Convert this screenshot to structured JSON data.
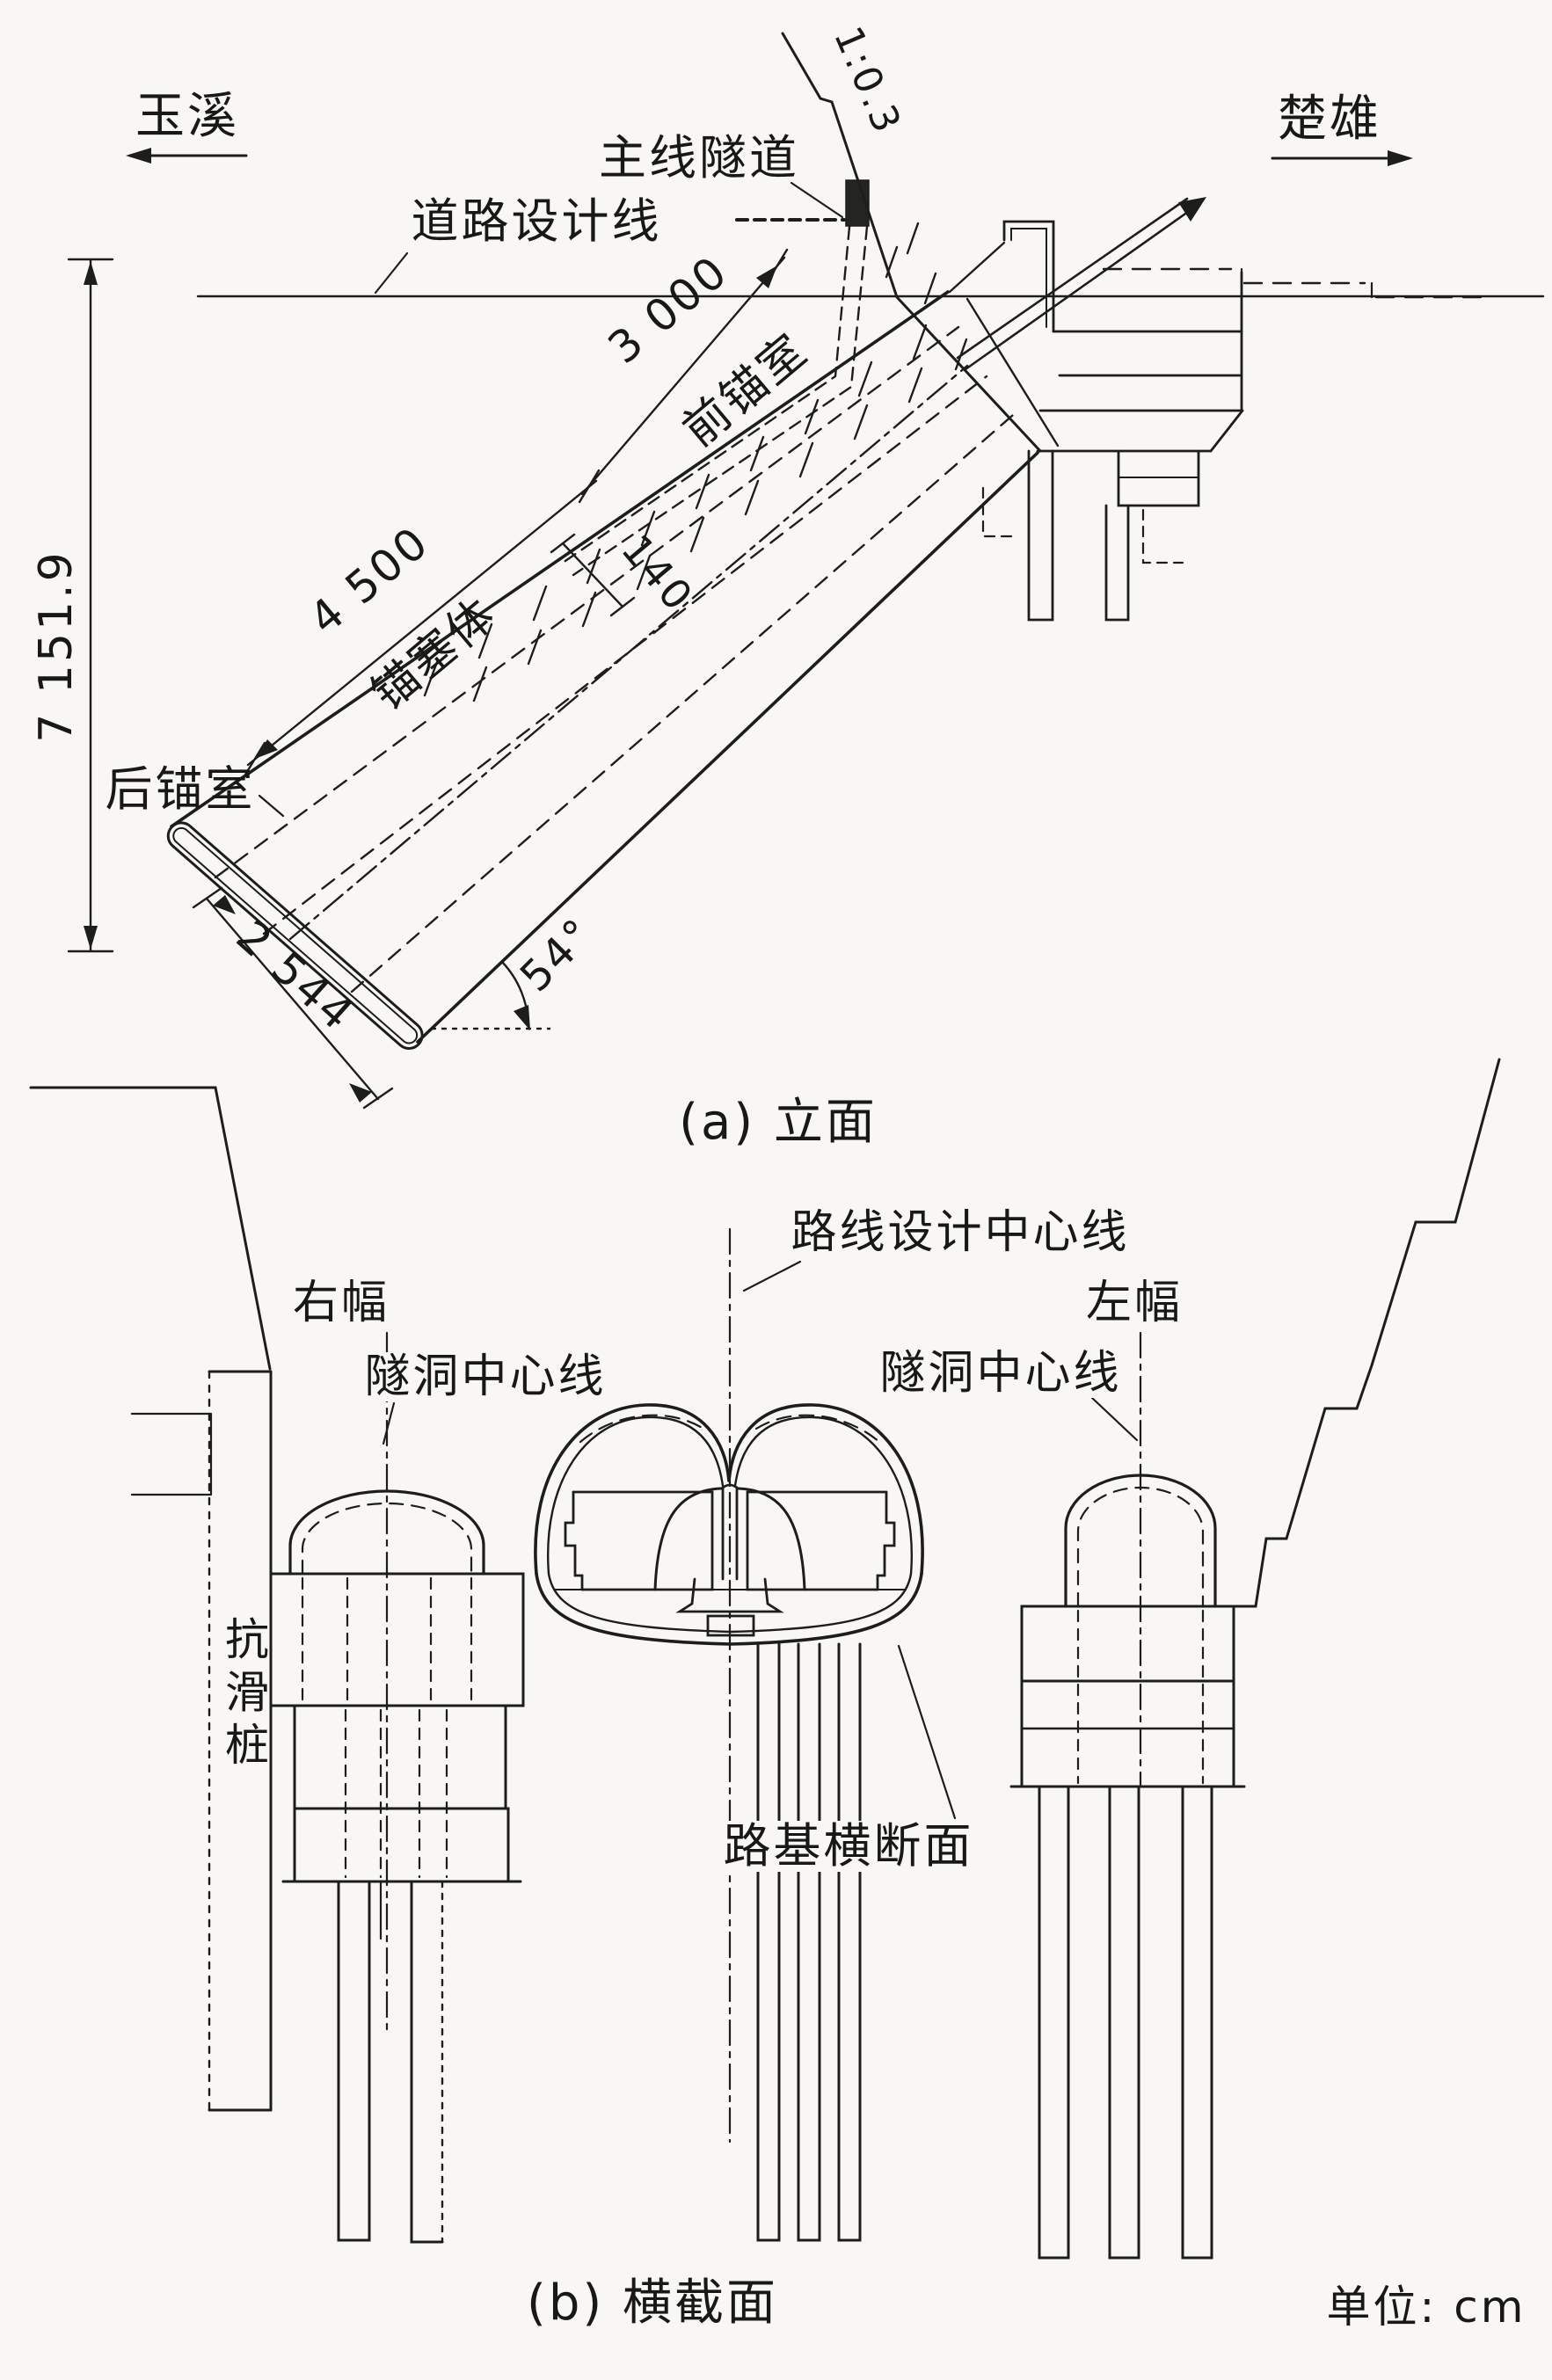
{
  "figure": {
    "elevation": {
      "direction_left": "玉溪",
      "direction_right": "楚雄",
      "main_tunnel": "主线隧道",
      "road_design_line": "道路设计线",
      "slope_ratio": "1:0.3",
      "dim_front_anchor": "3 000",
      "front_anchor_room": "前锚室",
      "dim_anchor_plug": "4 500",
      "anchor_plug_body": "锚塞体",
      "dim_bore_width": "140",
      "rear_anchor_room": "后锚室",
      "dim_rear_room": "2 544",
      "incline_angle": "54°",
      "dim_total_height": "7 151.9",
      "caption": "(a) 立面"
    },
    "cross_section": {
      "route_center_line": "路线设计中心线",
      "right_carriageway": "右幅",
      "left_carriageway": "左幅",
      "tunnel_center_left": "隧洞中心线",
      "tunnel_center_right": "隧洞中心线",
      "anti_slide_pile": "抗滑桩",
      "roadbed_section": "路基横断面",
      "caption": "(b) 横截面",
      "unit_note": "单位: cm"
    },
    "colors": {
      "ink": "#1d1d1b",
      "paper": "#f8f7f4"
    }
  }
}
